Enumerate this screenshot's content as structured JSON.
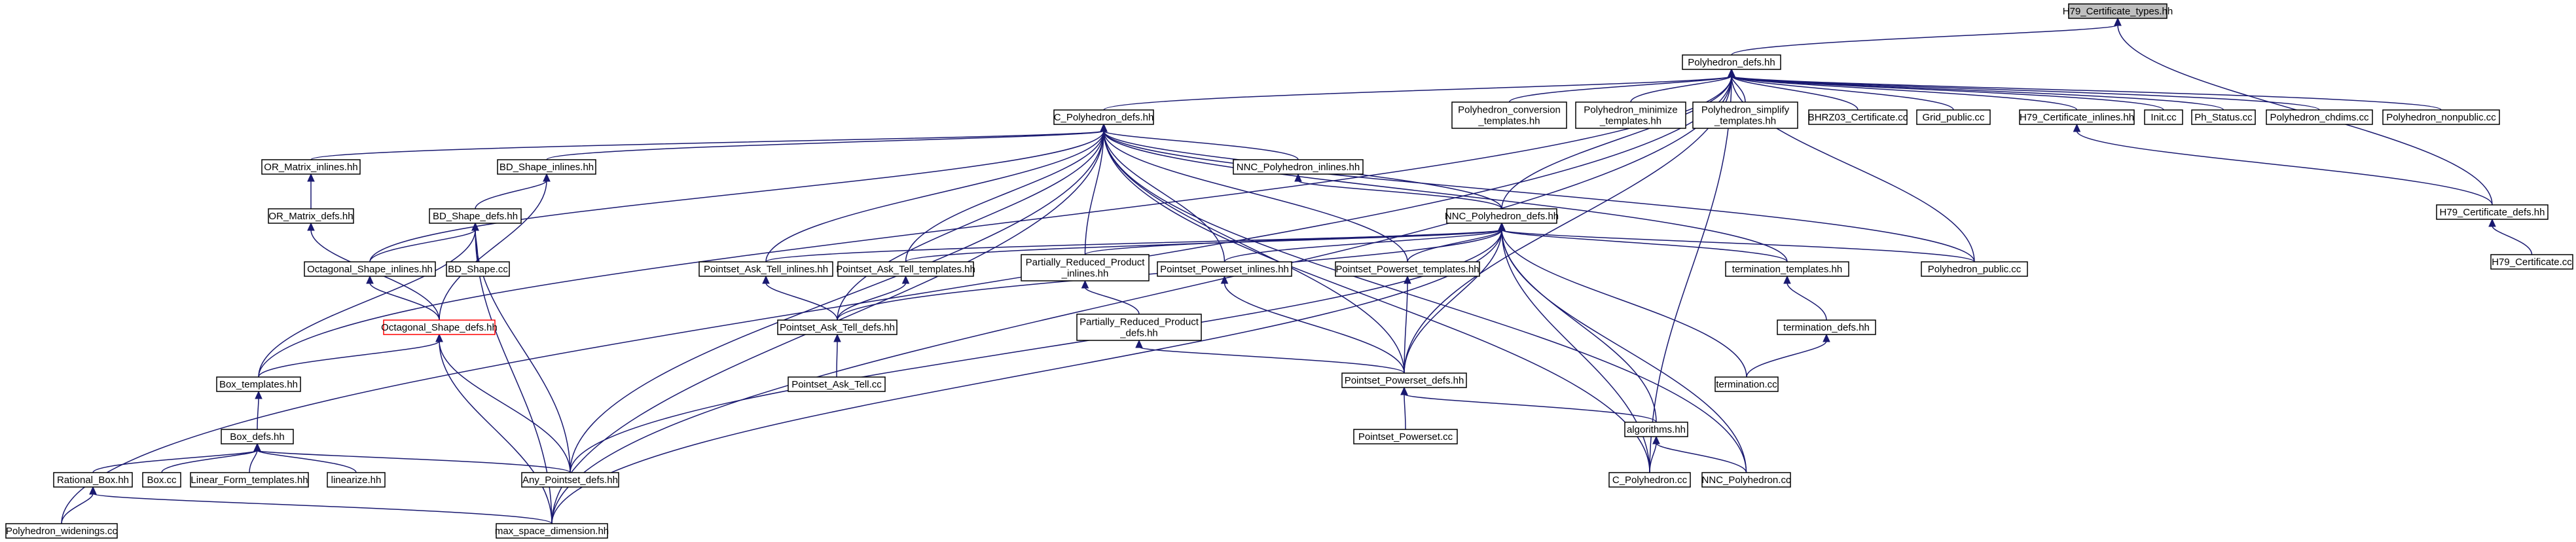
{
  "colors": {
    "edge": "#191970",
    "root_fill": "#bfbfbf",
    "node_fill": "#ffffff",
    "node_stroke": "#000000",
    "highlight_stroke": "#ff0000"
  },
  "nodes": [
    {
      "id": "h79_types",
      "lines": [
        "H79_Certificate_types.hh"
      ],
      "root": true
    },
    {
      "id": "poly_defs",
      "lines": [
        "Polyhedron_defs.hh"
      ]
    },
    {
      "id": "c_poly_defs",
      "lines": [
        "C_Polyhedron_defs.hh"
      ]
    },
    {
      "id": "poly_conv",
      "lines": [
        "Polyhedron_conversion",
        "_templates.hh"
      ]
    },
    {
      "id": "poly_min",
      "lines": [
        "Polyhedron_minimize",
        "_templates.hh"
      ]
    },
    {
      "id": "poly_simp",
      "lines": [
        "Polyhedron_simplify",
        "_templates.hh"
      ]
    },
    {
      "id": "bhrz03",
      "lines": [
        "BHRZ03_Certificate.cc"
      ]
    },
    {
      "id": "grid_public",
      "lines": [
        "Grid_public.cc"
      ]
    },
    {
      "id": "h79_inl",
      "lines": [
        "H79_Certificate_inlines.hh"
      ]
    },
    {
      "id": "init_cc",
      "lines": [
        "Init.cc"
      ]
    },
    {
      "id": "ph_status",
      "lines": [
        "Ph_Status.cc"
      ]
    },
    {
      "id": "poly_chdims",
      "lines": [
        "Polyhedron_chdims.cc"
      ]
    },
    {
      "id": "poly_nonpub",
      "lines": [
        "Polyhedron_nonpublic.cc"
      ]
    },
    {
      "id": "h79_defs",
      "lines": [
        "H79_Certificate_defs.hh"
      ]
    },
    {
      "id": "h79_cc",
      "lines": [
        "H79_Certificate.cc"
      ]
    },
    {
      "id": "or_inl",
      "lines": [
        "OR_Matrix_inlines.hh"
      ]
    },
    {
      "id": "or_defs",
      "lines": [
        "OR_Matrix_defs.hh"
      ]
    },
    {
      "id": "bd_inl",
      "lines": [
        "BD_Shape_inlines.hh"
      ]
    },
    {
      "id": "bd_defs",
      "lines": [
        "BD_Shape_defs.hh"
      ]
    },
    {
      "id": "oct_inl",
      "lines": [
        "Octagonal_Shape_inlines.hh"
      ]
    },
    {
      "id": "bd_cc",
      "lines": [
        "BD_Shape.cc"
      ]
    },
    {
      "id": "oct_defs",
      "lines": [
        "Octagonal_Shape_defs.hh"
      ],
      "highlight": true
    },
    {
      "id": "box_tmpl",
      "lines": [
        "Box_templates.hh"
      ]
    },
    {
      "id": "box_defs",
      "lines": [
        "Box_defs.hh"
      ]
    },
    {
      "id": "rat_box",
      "lines": [
        "Rational_Box.hh"
      ]
    },
    {
      "id": "box_cc",
      "lines": [
        "Box.cc"
      ]
    },
    {
      "id": "lf_tmpl",
      "lines": [
        "Linear_Form_templates.hh"
      ]
    },
    {
      "id": "linearize",
      "lines": [
        "linearize.hh"
      ]
    },
    {
      "id": "poly_widen",
      "lines": [
        "Polyhedron_widenings.cc"
      ]
    },
    {
      "id": "nnc_inl",
      "lines": [
        "NNC_Polyhedron_inlines.hh"
      ]
    },
    {
      "id": "nnc_defs",
      "lines": [
        "NNC_Polyhedron_defs.hh"
      ]
    },
    {
      "id": "pat_inl",
      "lines": [
        "Pointset_Ask_Tell_inlines.hh"
      ]
    },
    {
      "id": "pat_tmpl",
      "lines": [
        "Pointset_Ask_Tell_templates.hh"
      ]
    },
    {
      "id": "prp_inl",
      "lines": [
        "Partially_Reduced_Product",
        "_inlines.hh"
      ]
    },
    {
      "id": "pp_inl",
      "lines": [
        "Pointset_Powerset_inlines.hh"
      ]
    },
    {
      "id": "pp_tmpl",
      "lines": [
        "Pointset_Powerset_templates.hh"
      ]
    },
    {
      "id": "term_tmpl",
      "lines": [
        "termination_templates.hh"
      ]
    },
    {
      "id": "poly_public",
      "lines": [
        "Polyhedron_public.cc"
      ]
    },
    {
      "id": "pat_defs",
      "lines": [
        "Pointset_Ask_Tell_defs.hh"
      ]
    },
    {
      "id": "prp_defs",
      "lines": [
        "Partially_Reduced_Product",
        "_defs.hh"
      ]
    },
    {
      "id": "term_defs",
      "lines": [
        "termination_defs.hh"
      ]
    },
    {
      "id": "pat_cc",
      "lines": [
        "Pointset_Ask_Tell.cc"
      ]
    },
    {
      "id": "pp_defs",
      "lines": [
        "Pointset_Powerset_defs.hh"
      ]
    },
    {
      "id": "term_cc",
      "lines": [
        "termination.cc"
      ]
    },
    {
      "id": "pp_cc",
      "lines": [
        "Pointset_Powerset.cc"
      ]
    },
    {
      "id": "algorithms",
      "lines": [
        "algorithms.hh"
      ]
    },
    {
      "id": "any_ps",
      "lines": [
        "Any_Pointset_defs.hh"
      ]
    },
    {
      "id": "c_poly_cc",
      "lines": [
        "C_Polyhedron.cc"
      ]
    },
    {
      "id": "nnc_poly_cc",
      "lines": [
        "NNC_Polyhedron.cc"
      ]
    },
    {
      "id": "max_space",
      "lines": [
        "max_space_dimension.hh"
      ]
    }
  ],
  "edges": [
    [
      "h79_types",
      "poly_defs"
    ],
    [
      "h79_types",
      "h79_defs"
    ],
    [
      "poly_defs",
      "c_poly_defs"
    ],
    [
      "poly_defs",
      "poly_conv"
    ],
    [
      "poly_defs",
      "poly_min"
    ],
    [
      "poly_defs",
      "poly_simp"
    ],
    [
      "poly_defs",
      "bhrz03"
    ],
    [
      "poly_defs",
      "grid_public"
    ],
    [
      "poly_defs",
      "h79_inl"
    ],
    [
      "poly_defs",
      "init_cc"
    ],
    [
      "poly_defs",
      "ph_status"
    ],
    [
      "poly_defs",
      "poly_chdims"
    ],
    [
      "poly_defs",
      "poly_nonpub"
    ],
    [
      "poly_defs",
      "nnc_defs"
    ],
    [
      "poly_defs",
      "poly_public"
    ],
    [
      "poly_defs",
      "box_tmpl"
    ],
    [
      "poly_defs",
      "poly_widen"
    ],
    [
      "poly_defs",
      "max_space"
    ],
    [
      "poly_defs",
      "pp_defs"
    ],
    [
      "poly_defs",
      "c_poly_cc"
    ],
    [
      "h79_inl",
      "h79_defs"
    ],
    [
      "h79_defs",
      "h79_cc"
    ],
    [
      "c_poly_defs",
      "or_inl"
    ],
    [
      "c_poly_defs",
      "bd_inl"
    ],
    [
      "c_poly_defs",
      "oct_inl"
    ],
    [
      "c_poly_defs",
      "nnc_inl"
    ],
    [
      "c_poly_defs",
      "nnc_defs"
    ],
    [
      "c_poly_defs",
      "pat_inl"
    ],
    [
      "c_poly_defs",
      "pat_tmpl"
    ],
    [
      "c_poly_defs",
      "prp_inl"
    ],
    [
      "c_poly_defs",
      "pp_inl"
    ],
    [
      "c_poly_defs",
      "pp_tmpl"
    ],
    [
      "c_poly_defs",
      "term_tmpl"
    ],
    [
      "c_poly_defs",
      "poly_public"
    ],
    [
      "c_poly_defs",
      "pat_defs"
    ],
    [
      "c_poly_defs",
      "pp_defs"
    ],
    [
      "c_poly_defs",
      "any_ps"
    ],
    [
      "c_poly_defs",
      "c_poly_cc"
    ],
    [
      "c_poly_defs",
      "nnc_poly_cc"
    ],
    [
      "c_poly_defs",
      "max_space"
    ],
    [
      "or_inl",
      "or_defs"
    ],
    [
      "or_defs",
      "oct_defs"
    ],
    [
      "bd_inl",
      "bd_defs"
    ],
    [
      "bd_inl",
      "oct_defs"
    ],
    [
      "bd_defs",
      "oct_inl"
    ],
    [
      "bd_defs",
      "bd_cc"
    ],
    [
      "bd_defs",
      "box_tmpl"
    ],
    [
      "bd_defs",
      "any_ps"
    ],
    [
      "bd_defs",
      "max_space"
    ],
    [
      "oct_inl",
      "oct_defs"
    ],
    [
      "oct_defs",
      "box_tmpl"
    ],
    [
      "oct_defs",
      "any_ps"
    ],
    [
      "oct_defs",
      "max_space"
    ],
    [
      "box_tmpl",
      "box_defs"
    ],
    [
      "box_defs",
      "rat_box"
    ],
    [
      "box_defs",
      "box_cc"
    ],
    [
      "box_defs",
      "lf_tmpl"
    ],
    [
      "box_defs",
      "linearize"
    ],
    [
      "box_defs",
      "any_ps"
    ],
    [
      "rat_box",
      "poly_widen"
    ],
    [
      "rat_box",
      "max_space"
    ],
    [
      "nnc_inl",
      "nnc_defs"
    ],
    [
      "nnc_defs",
      "pat_inl"
    ],
    [
      "nnc_defs",
      "pat_tmpl"
    ],
    [
      "nnc_defs",
      "prp_inl"
    ],
    [
      "nnc_defs",
      "pp_inl"
    ],
    [
      "nnc_defs",
      "pp_tmpl"
    ],
    [
      "nnc_defs",
      "term_tmpl"
    ],
    [
      "nnc_defs",
      "poly_public"
    ],
    [
      "nnc_defs",
      "pat_defs"
    ],
    [
      "nnc_defs",
      "pp_defs"
    ],
    [
      "nnc_defs",
      "algorithms"
    ],
    [
      "nnc_defs",
      "term_cc"
    ],
    [
      "nnc_defs",
      "c_poly_cc"
    ],
    [
      "nnc_defs",
      "nnc_poly_cc"
    ],
    [
      "nnc_defs",
      "any_ps"
    ],
    [
      "nnc_defs",
      "max_space"
    ],
    [
      "pat_inl",
      "pat_defs"
    ],
    [
      "pat_tmpl",
      "pat_defs"
    ],
    [
      "pat_defs",
      "pat_cc"
    ],
    [
      "prp_inl",
      "prp_defs"
    ],
    [
      "prp_defs",
      "pp_defs"
    ],
    [
      "pp_inl",
      "pp_defs"
    ],
    [
      "pp_tmpl",
      "pp_defs"
    ],
    [
      "pp_defs",
      "pp_cc"
    ],
    [
      "pp_defs",
      "algorithms"
    ],
    [
      "term_tmpl",
      "term_defs"
    ],
    [
      "term_defs",
      "term_cc"
    ],
    [
      "algorithms",
      "c_poly_cc"
    ],
    [
      "algorithms",
      "nnc_poly_cc"
    ]
  ]
}
